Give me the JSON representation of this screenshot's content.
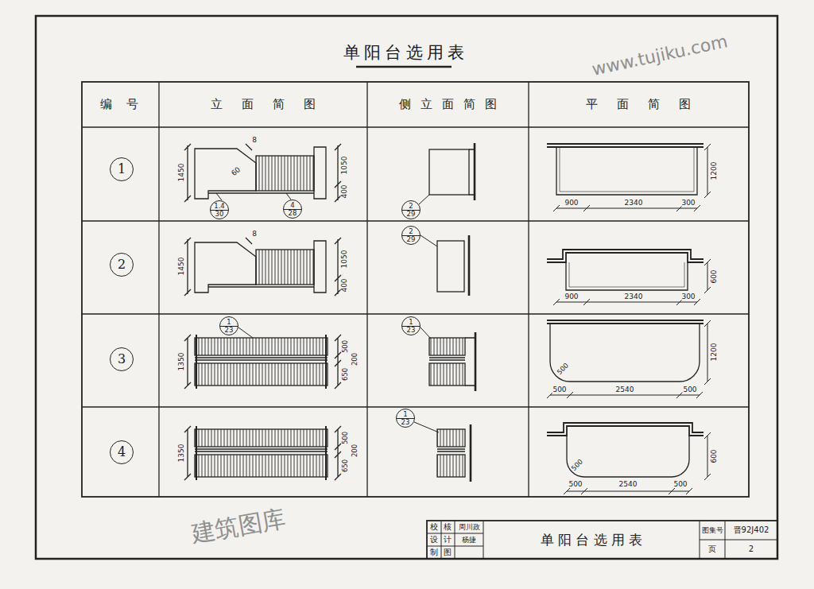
{
  "diagram": {
    "title": "单阳台选用表",
    "nodes": [
      {
        "text": [
          "1"
        ]
      },
      {
        "text": [
          "1.4",
          "30"
        ]
      },
      {
        "text": [
          "4",
          "28"
        ]
      },
      {
        "text": [
          "2",
          "29"
        ]
      },
      {
        "text": [
          "2"
        ]
      },
      {
        "text": [
          "2",
          "29"
        ]
      },
      {
        "text": [
          "1",
          "23"
        ]
      },
      {
        "text": [
          "3"
        ]
      },
      {
        "text": [
          "1",
          "23"
        ]
      },
      {
        "text": [
          "4"
        ]
      },
      {
        "text": [
          "1",
          "23"
        ]
      }
    ],
    "labels": [
      "编号",
      "立面简图",
      "侧立面简图",
      "平面简图",
      "8",
      "60",
      "1450",
      "1050",
      "400",
      "900",
      "2340",
      "300",
      "1200",
      "8",
      "1450",
      "1050",
      "400",
      "900",
      "2340",
      "300",
      "600",
      "1350",
      "500",
      "200",
      "650",
      "500",
      "500",
      "2540",
      "500",
      "1200",
      "1350",
      "500",
      "200",
      "650",
      "500",
      "500",
      "2540",
      "500",
      "600",
      "校",
      "核",
      "周川政",
      "设",
      "计",
      "杨捷",
      "制",
      "图",
      "单阳台选用表",
      "图集号",
      "晋92J402",
      "页",
      "2",
      "www.tujiku.com",
      "建筑图库"
    ]
  }
}
